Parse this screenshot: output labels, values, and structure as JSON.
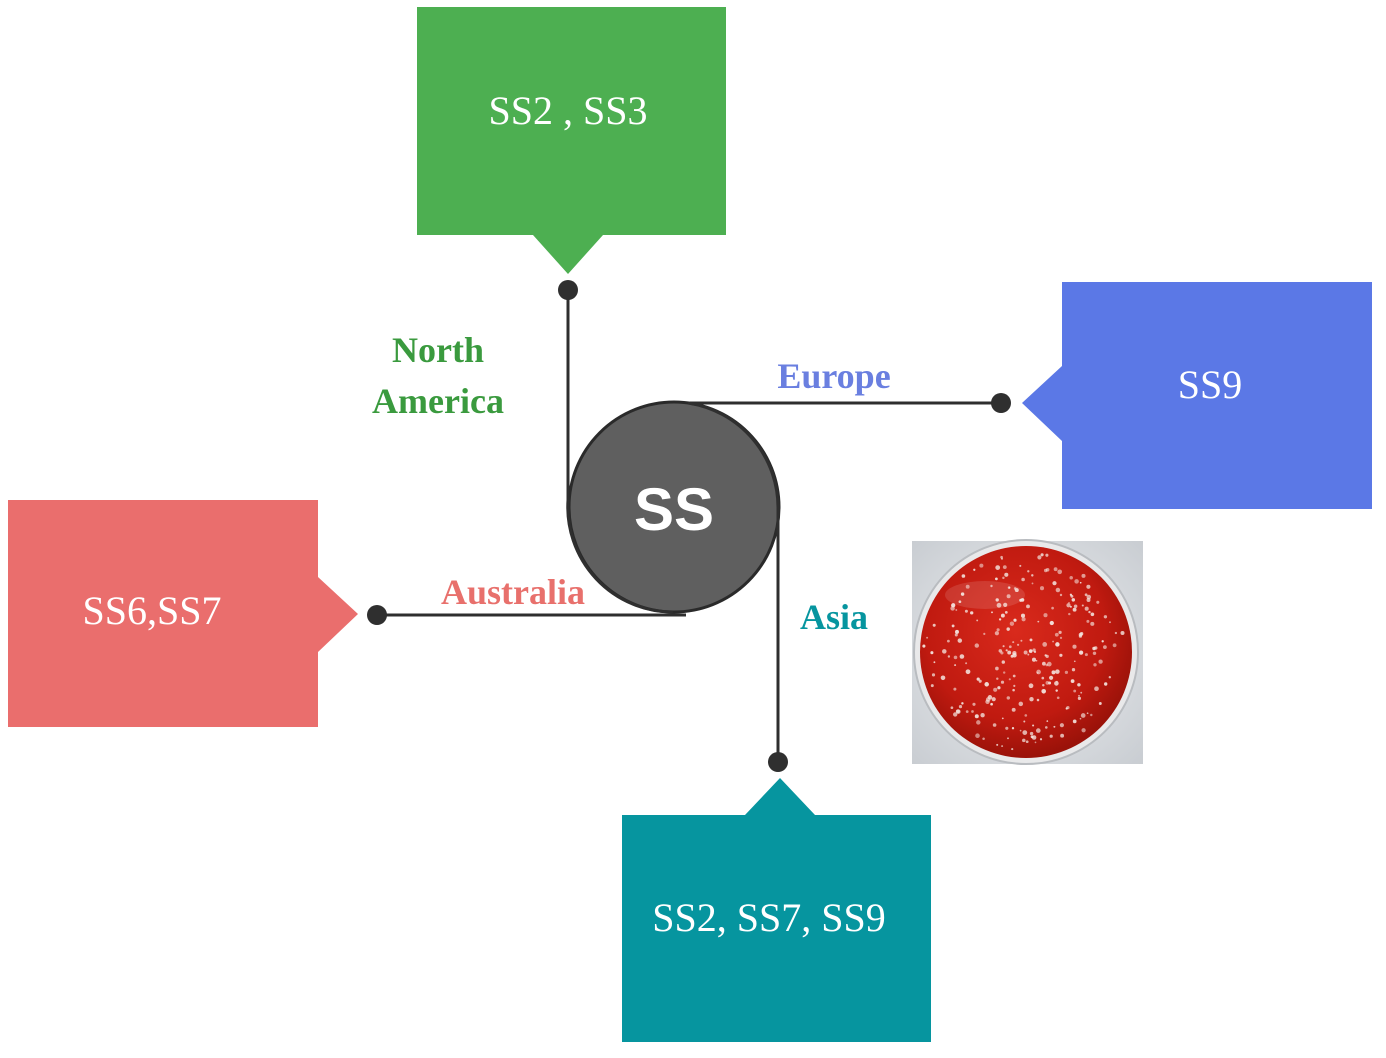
{
  "center": {
    "label": "SS",
    "color": "#5f5f5f"
  },
  "regions": {
    "north_america": {
      "label_line1": "North",
      "label_line2": "America",
      "serotypes": "SS2 , SS3",
      "color": "#4daf51",
      "label_color": "#3a9a3e"
    },
    "europe": {
      "label": "Europe",
      "serotypes": "SS9",
      "color": "#5b78e6",
      "label_color": "#6a7fe0"
    },
    "australia": {
      "label": "Australia",
      "serotypes": "SS6,SS7",
      "color": "#ea6e6d",
      "label_color": "#e8706c"
    },
    "asia": {
      "label": "Asia",
      "serotypes": "SS2, SS7,  SS9",
      "color": "#06959f",
      "label_color": "#06959f"
    }
  },
  "photo": {
    "icon": "blood-agar-plate-photo"
  }
}
